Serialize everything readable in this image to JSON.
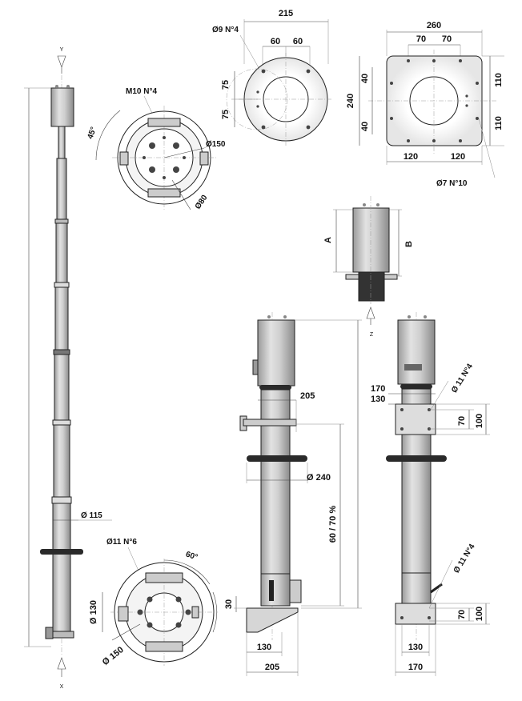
{
  "colors": {
    "metal_light": "#e4e4e4",
    "metal_mid": "#c9c9c9",
    "metal_dark": "#8c8c8c",
    "rubber": "#2a2a2a",
    "line": "#222222"
  },
  "axes": {
    "y": "Y",
    "x": "X",
    "z": "Z"
  },
  "top_plates": {
    "round": {
      "hole": "Ø9 N°4",
      "width": "215",
      "half_left": "60",
      "half_right": "60",
      "v1": "75",
      "v2": "75"
    },
    "square": {
      "width": "260",
      "half_left": "70",
      "half_right": "70",
      "height": "240",
      "v1": "40",
      "v2": "40",
      "r1": "110",
      "r2": "110",
      "b1": "120",
      "b2": "120",
      "hole": "Ø7 N°10"
    }
  },
  "top_section": {
    "thread": "M10 N°4",
    "angle": "45°",
    "dia": "Ø150",
    "inner": "Ø80"
  },
  "bottom_section": {
    "hole": "Ø11 N°6",
    "angle1": "60°",
    "angle2": "60°",
    "dia_inner": "Ø 130",
    "dia_outer": "Ø 150"
  },
  "left_view": {
    "dia": "Ø 115"
  },
  "z_view": {
    "a": "A",
    "b": "B"
  },
  "front_view": {
    "d205_top": "205",
    "dia240": "Ø 240",
    "stroke": "60 / 70 %",
    "base_h": "30",
    "w130": "130",
    "w205": "205"
  },
  "side_view": {
    "hole_top": "Ø 11 N°4",
    "w170": "170",
    "w130": "130",
    "v70": "70",
    "v100": "100",
    "hole_bot": "Ø 11 N°4",
    "v70b": "70",
    "v100b": "100",
    "w130b": "130",
    "w170b": "170"
  }
}
